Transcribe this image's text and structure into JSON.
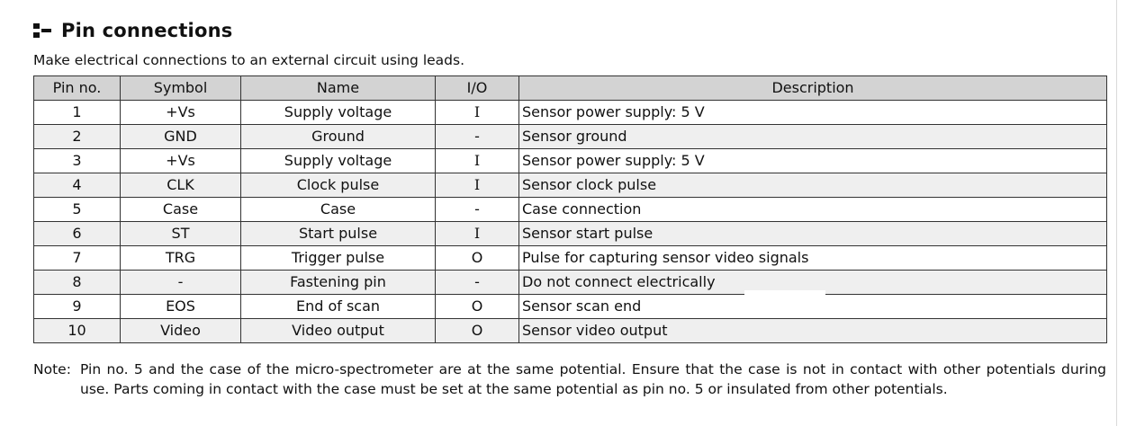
{
  "section": {
    "title": "Pin connections",
    "intro": "Make electrical connections to an external circuit using leads.",
    "icon": "section-bullet-icon"
  },
  "table": {
    "headers": [
      "Pin no.",
      "Symbol",
      "Name",
      "I/O",
      "Description"
    ],
    "rows": [
      {
        "pin": "1",
        "symbol": "+Vs",
        "name": "Supply voltage",
        "io": "I",
        "description": "Sensor power supply: 5 V"
      },
      {
        "pin": "2",
        "symbol": "GND",
        "name": "Ground",
        "io": "-",
        "description": "Sensor ground"
      },
      {
        "pin": "3",
        "symbol": "+Vs",
        "name": "Supply voltage",
        "io": "I",
        "description": "Sensor power supply: 5 V"
      },
      {
        "pin": "4",
        "symbol": "CLK",
        "name": "Clock pulse",
        "io": "I",
        "description": "Sensor clock pulse"
      },
      {
        "pin": "5",
        "symbol": "Case",
        "name": "Case",
        "io": "-",
        "description": "Case connection"
      },
      {
        "pin": "6",
        "symbol": "ST",
        "name": "Start pulse",
        "io": "I",
        "description": "Sensor start pulse"
      },
      {
        "pin": "7",
        "symbol": "TRG",
        "name": "Trigger pulse",
        "io": "O",
        "description": "Pulse for capturing sensor video signals"
      },
      {
        "pin": "8",
        "symbol": "-",
        "name": "Fastening pin",
        "io": "-",
        "description": "Do not connect electrically"
      },
      {
        "pin": "9",
        "symbol": "EOS",
        "name": "End of scan",
        "io": "O",
        "description": "Sensor scan end"
      },
      {
        "pin": "10",
        "symbol": "Video",
        "name": "Video output",
        "io": "O",
        "description": "Sensor video output"
      }
    ]
  },
  "note": {
    "label": "Note:",
    "text": "Pin no. 5 and the case of the micro-spectrometer are at the same potential. Ensure that the case is not in contact with other potentials during use. Parts coming in contact with the case must be set at the same potential as pin no. 5 or insulated from other potentials."
  }
}
